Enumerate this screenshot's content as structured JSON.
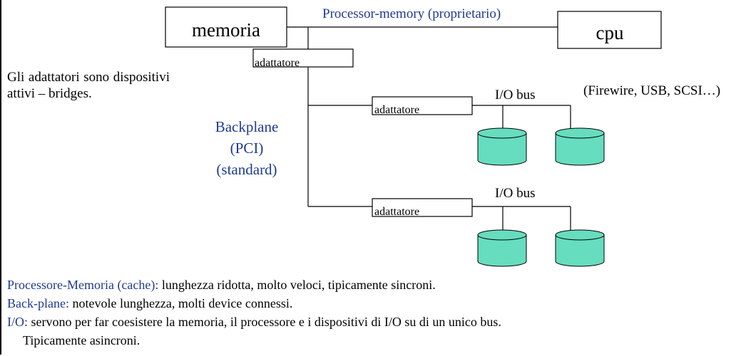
{
  "diagram": {
    "memory_label": "memoria",
    "cpu_label": "cpu",
    "processor_memory_bus_label": "Processor-memory (proprietario)",
    "adapter_label": "adattatore",
    "io_bus_label_1": "I/O bus",
    "io_bus_examples": "(Firewire, USB, SCSI…)",
    "io_bus_label_2": "I/O bus",
    "backplane_label": [
      "Backplane",
      "(PCI)",
      "(standard)"
    ],
    "disk_color": "#66ddbf"
  },
  "side_note": "Gli adattatori sono dispositivi attivi – bridges.",
  "notes": [
    {
      "key": "Processore-Memoria (cache):",
      "text": " lunghezza ridotta, molto veloci, tipicamente sincroni."
    },
    {
      "key": "Back-plane:",
      "text": " notevole lunghezza, molti device connessi."
    },
    {
      "key": "I/O:",
      "text": " servono per far coesistere la memoria, il processore e i dispositivi di I/O su di un unico bus."
    }
  ],
  "notes_continuation": "Tipicamente asincroni."
}
